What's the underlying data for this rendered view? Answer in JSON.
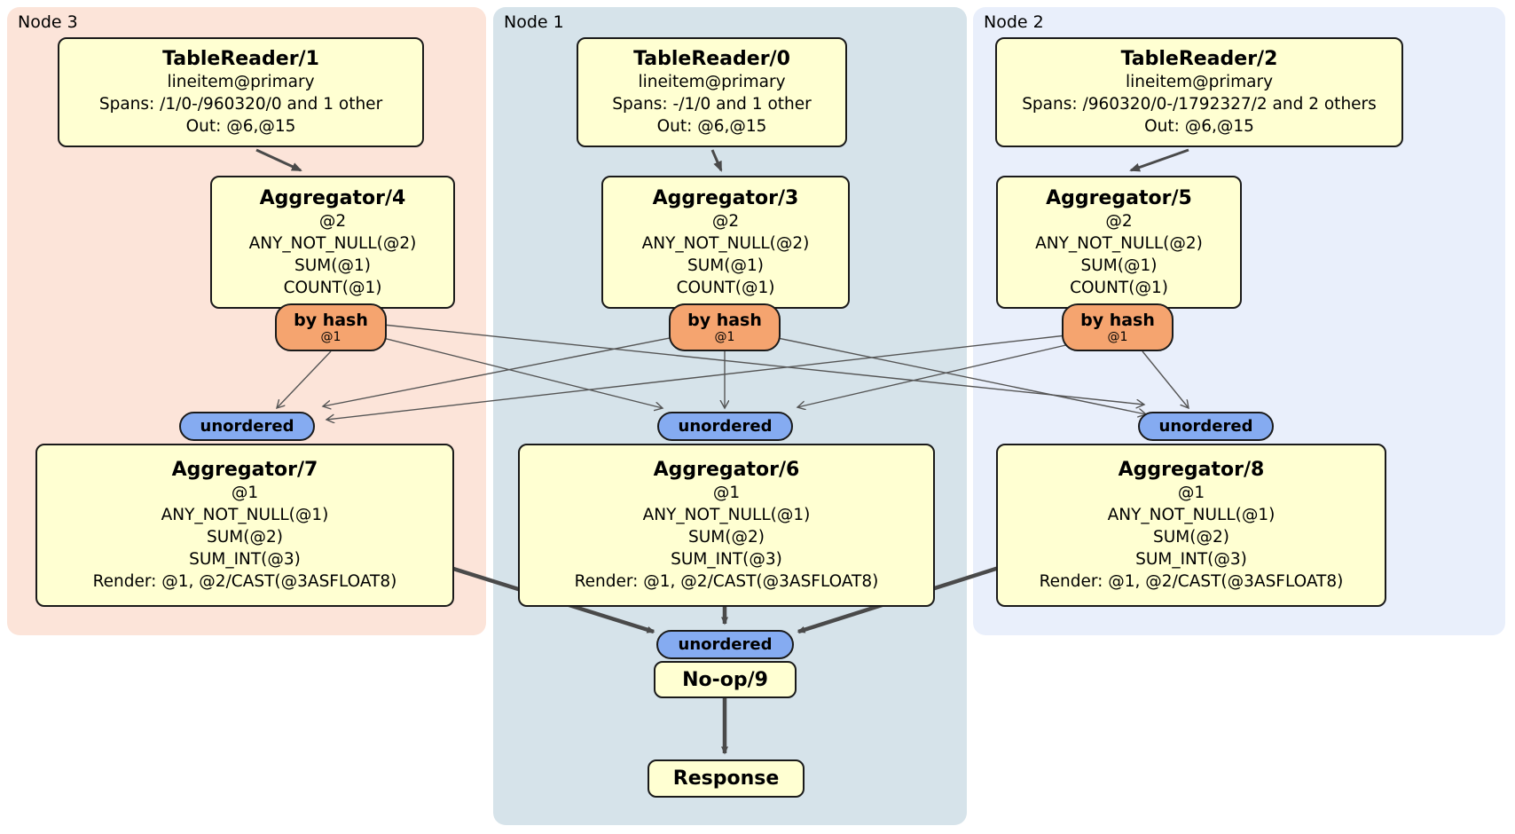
{
  "regions": [
    {
      "label": "Node 3",
      "bg": "#fce4d9"
    },
    {
      "label": "Node 1",
      "bg": "#d6e3ea"
    },
    {
      "label": "Node 2",
      "bg": "#e9effb"
    }
  ],
  "processors": {
    "tablereader1": {
      "title": "TableReader/1",
      "lines": [
        "lineitem@primary",
        "Spans: /1/0-/960320/0 and 1 other",
        "Out: @6,@15"
      ]
    },
    "tablereader0": {
      "title": "TableReader/0",
      "lines": [
        "lineitem@primary",
        "Spans: -/1/0 and 1 other",
        "Out: @6,@15"
      ]
    },
    "tablereader2": {
      "title": "TableReader/2",
      "lines": [
        "lineitem@primary",
        "Spans: /960320/0-/1792327/2 and 2 others",
        "Out: @6,@15"
      ]
    },
    "aggregator4": {
      "title": "Aggregator/4",
      "lines": [
        "@2",
        "ANY_NOT_NULL(@2)",
        "SUM(@1)",
        "COUNT(@1)"
      ]
    },
    "aggregator3": {
      "title": "Aggregator/3",
      "lines": [
        "@2",
        "ANY_NOT_NULL(@2)",
        "SUM(@1)",
        "COUNT(@1)"
      ]
    },
    "aggregator5": {
      "title": "Aggregator/5",
      "lines": [
        "@2",
        "ANY_NOT_NULL(@2)",
        "SUM(@1)",
        "COUNT(@1)"
      ]
    },
    "aggregator7": {
      "title": "Aggregator/7",
      "lines": [
        "@1",
        "ANY_NOT_NULL(@1)",
        "SUM(@2)",
        "SUM_INT(@3)",
        "Render: @1, @2/CAST(@3ASFLOAT8)"
      ]
    },
    "aggregator6": {
      "title": "Aggregator/6",
      "lines": [
        "@1",
        "ANY_NOT_NULL(@1)",
        "SUM(@2)",
        "SUM_INT(@3)",
        "Render: @1, @2/CAST(@3ASFLOAT8)"
      ]
    },
    "aggregator8": {
      "title": "Aggregator/8",
      "lines": [
        "@1",
        "ANY_NOT_NULL(@1)",
        "SUM(@2)",
        "SUM_INT(@3)",
        "Render: @1, @2/CAST(@3ASFLOAT8)"
      ]
    },
    "noop9": {
      "title": "No-op/9"
    },
    "response": {
      "title": "Response"
    }
  },
  "routers": {
    "byhash4": {
      "label": "by hash",
      "key": "@1"
    },
    "byhash3": {
      "label": "by hash",
      "key": "@1"
    },
    "byhash5": {
      "label": "by hash",
      "key": "@1"
    }
  },
  "streams": {
    "unordered7": {
      "label": "unordered"
    },
    "unordered6": {
      "label": "unordered"
    },
    "unordered8": {
      "label": "unordered"
    },
    "unordered9": {
      "label": "unordered"
    }
  },
  "colors": {
    "node3_bg": "#fce4d9",
    "node1_bg": "#d6e3ea",
    "node2_bg": "#e9effb",
    "processor_fill": "#ffffd2",
    "router_fill": "#f5a46f",
    "stream_fill": "#85abf1",
    "edge": "#4a4a4a"
  }
}
